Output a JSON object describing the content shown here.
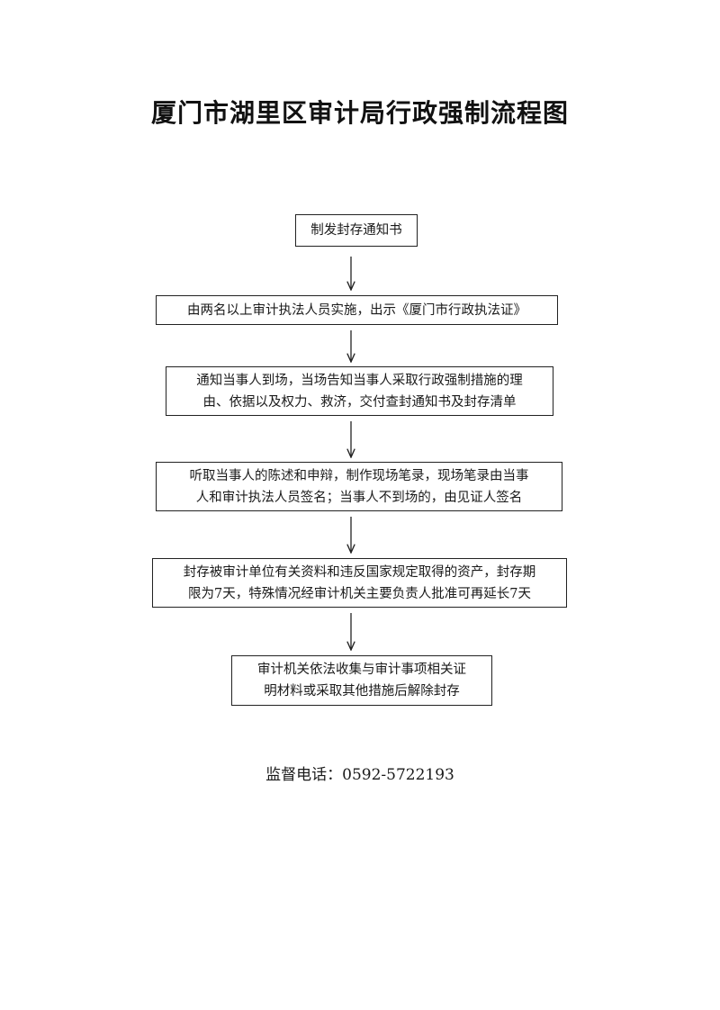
{
  "title": "厦门市湖里区审计局行政强制流程图",
  "steps": [
    {
      "lines": [
        "制发封存通知书"
      ]
    },
    {
      "lines": [
        "由两名以上审计执法人员实施，出示《厦门市行政执法证》"
      ]
    },
    {
      "lines": [
        "通知当事人到场，当场告知当事人采取行政强制措施的理",
        "由、依据以及权力、救济，交付查封通知书及封存清单"
      ]
    },
    {
      "lines": [
        "听取当事人的陈述和申辩，制作现场笔录，现场笔录由当事",
        "人和审计执法人员签名；当事人不到场的，由见证人签名"
      ]
    },
    {
      "lines": [
        "封存被审计单位有关资料和违反国家规定取得的资产，封存期",
        "限为7天，特殊情况经审计机关主要负责人批准可再延长7天"
      ]
    },
    {
      "lines": [
        "审计机关依法收集与审计事项相关证",
        "明材料或采取其他措施后解除封存"
      ]
    }
  ],
  "footer": {
    "label": "监督电话：",
    "phone": "0592-5722193"
  }
}
